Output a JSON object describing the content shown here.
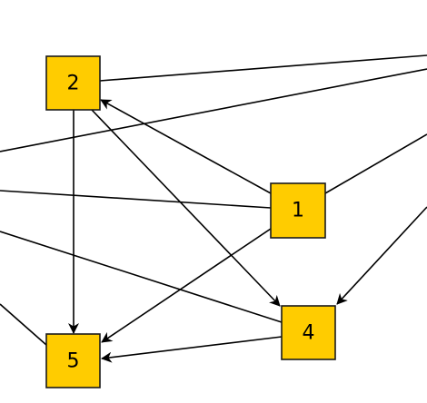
{
  "diagram": {
    "node_fill": "#FFCC00",
    "node_stroke": "#1a1a1a",
    "edge_color": "#000000",
    "nodes": [
      {
        "id": "1",
        "label": "1"
      },
      {
        "id": "2",
        "label": "2"
      },
      {
        "id": "4",
        "label": "4"
      },
      {
        "id": "5",
        "label": "5"
      }
    ],
    "edges": [
      {
        "from": "1",
        "to": "2",
        "directed": true
      },
      {
        "from": "1",
        "to": "5",
        "directed": true
      },
      {
        "from": "2",
        "to": "4",
        "directed": true
      },
      {
        "from": "2",
        "to": "5",
        "directed": true
      },
      {
        "from": "4",
        "to": "5",
        "directed": true
      },
      {
        "from": "offscreen-right",
        "to": "4",
        "directed": true
      },
      {
        "from": "1",
        "to": "offscreen-right",
        "directed": false
      },
      {
        "from": "2",
        "to": "offscreen-right",
        "directed": false
      },
      {
        "from": "offscreen-left",
        "to": "offscreen-right",
        "directed": false
      },
      {
        "from": "offscreen-left",
        "to": "1",
        "directed": false
      },
      {
        "from": "offscreen-left",
        "to": "4",
        "directed": false
      },
      {
        "from": "offscreen-left",
        "to": "5",
        "directed": false
      }
    ]
  }
}
